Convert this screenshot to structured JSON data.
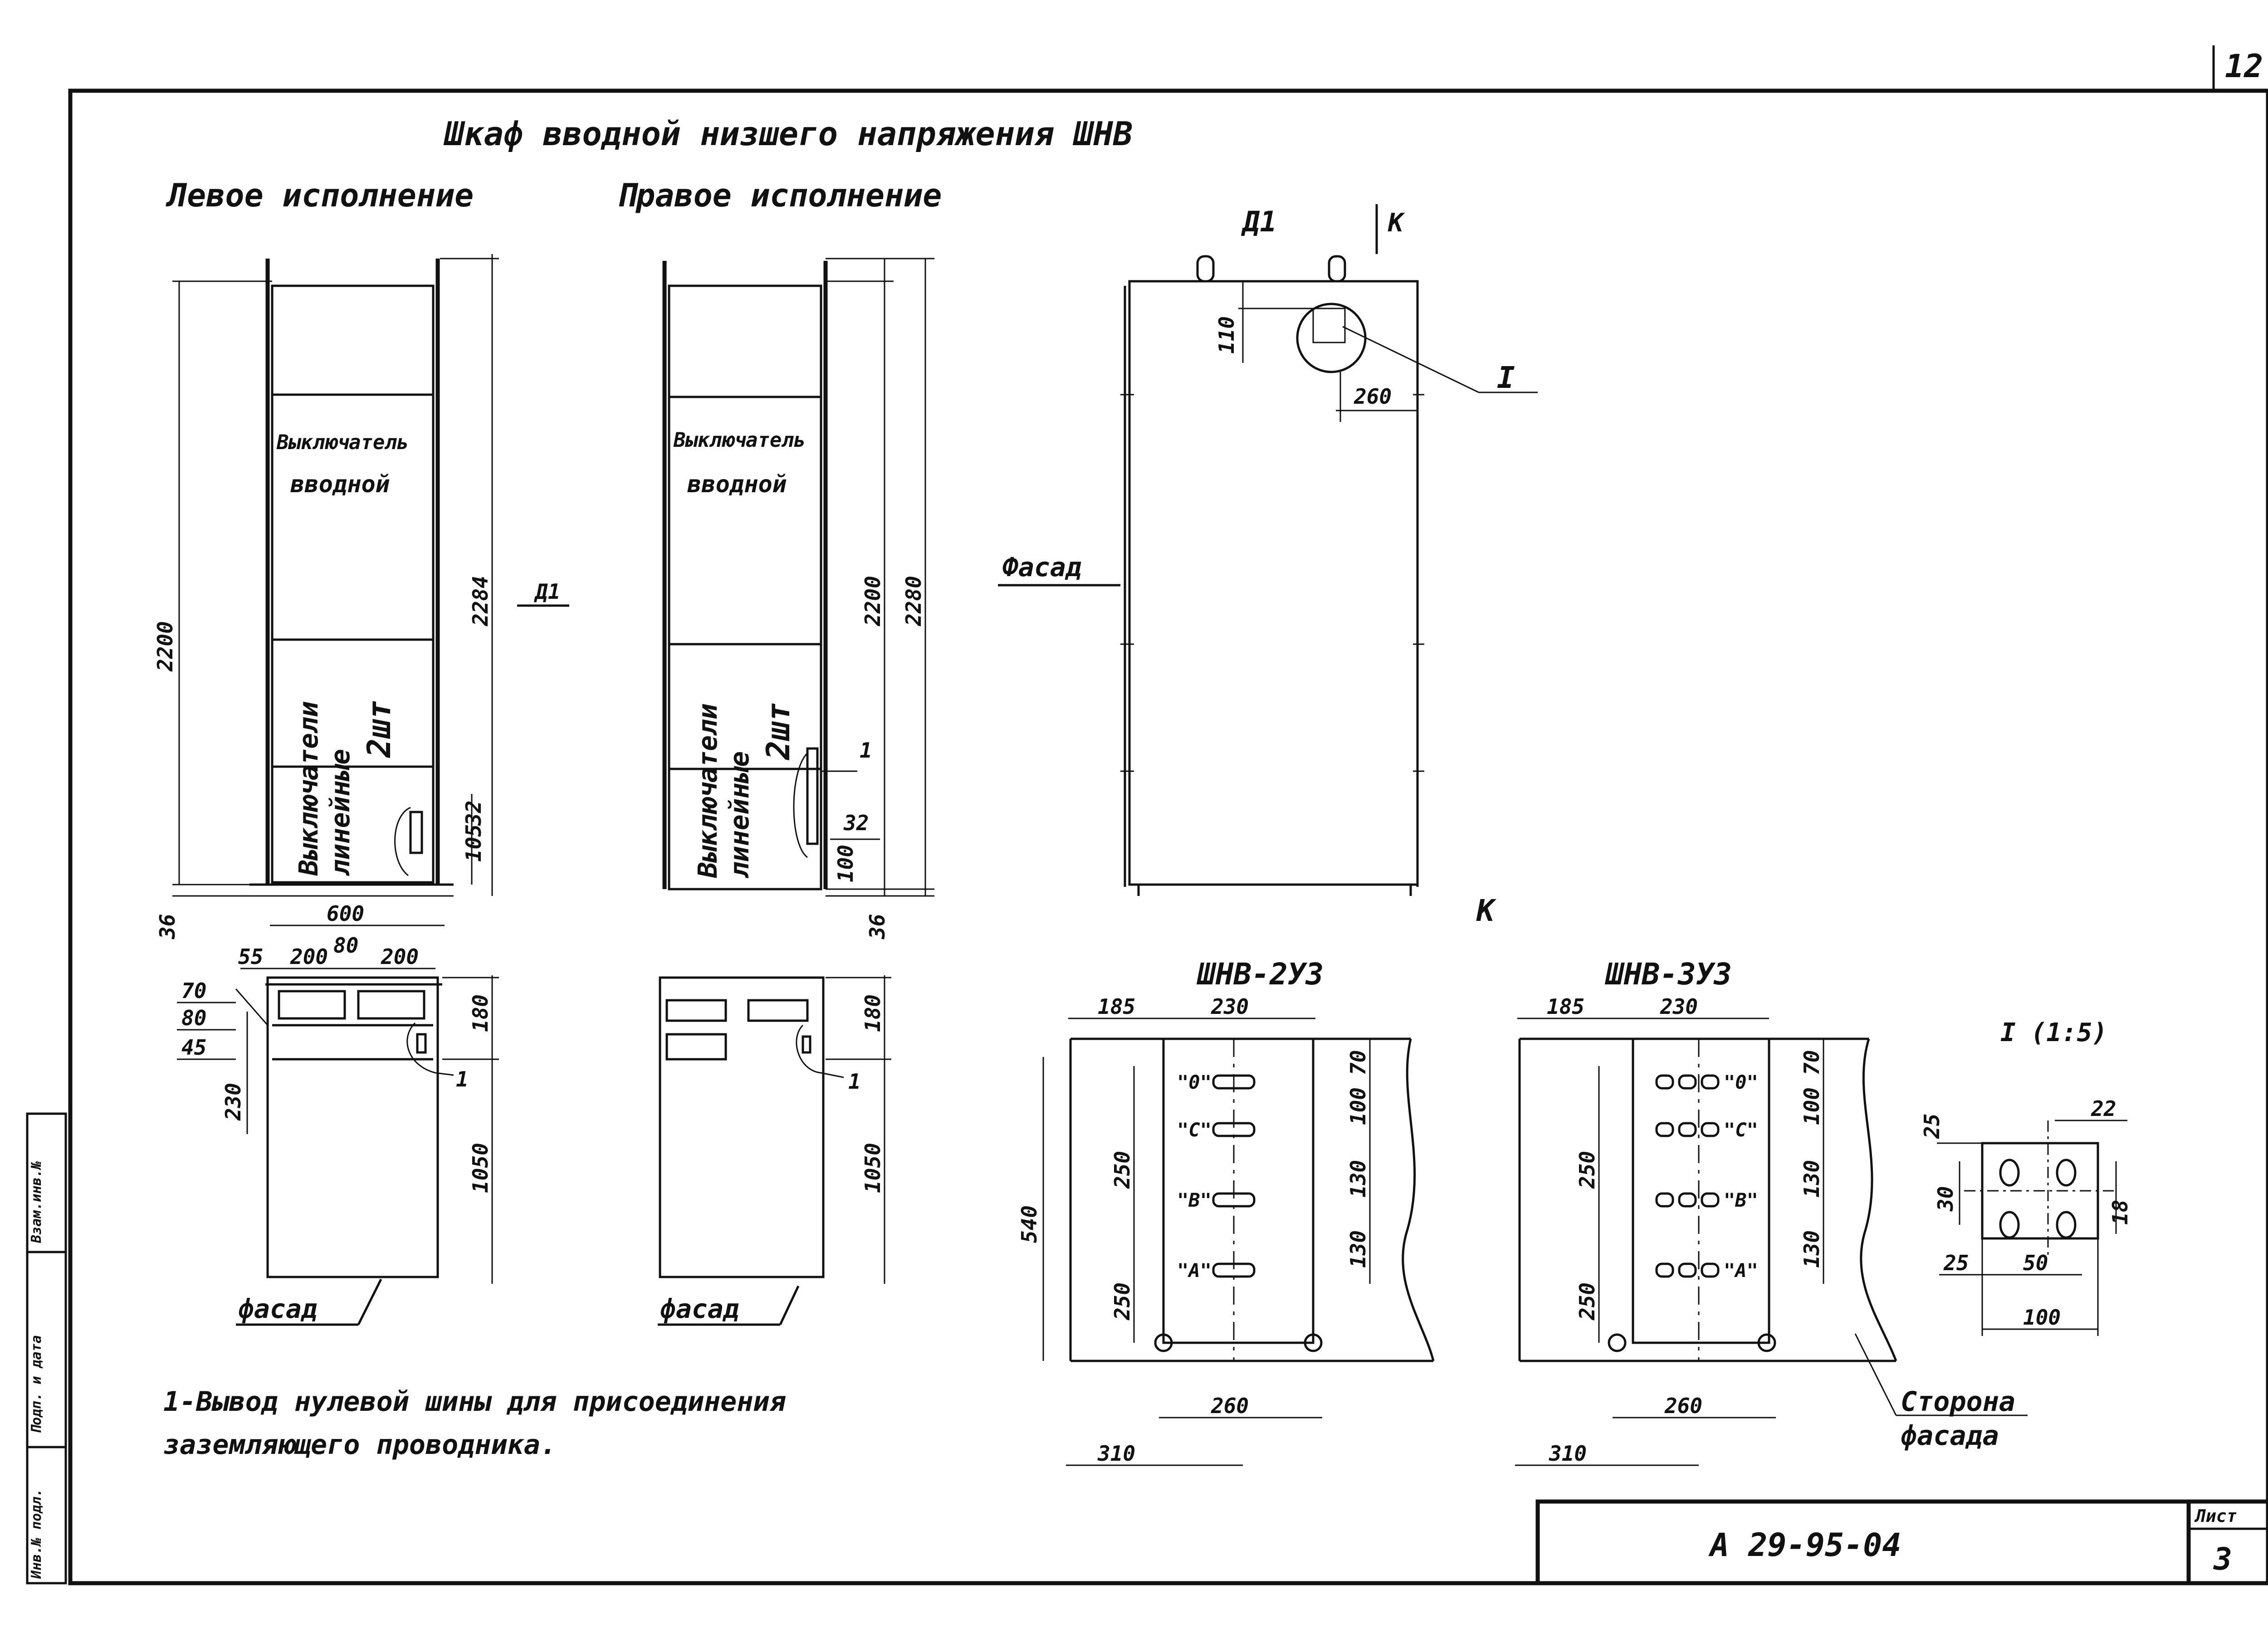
{
  "page_number": "12",
  "title": "Шкаф вводной низшего напряжения ШНВ",
  "left_variant": {
    "heading": "Левое исполнение",
    "switch_main": [
      "Выключатель",
      "вводной"
    ],
    "switch_lines": [
      "Выключатели",
      "линейные",
      "2шт"
    ],
    "dims": {
      "h2200": "2200",
      "h2284": "2284",
      "h36": "36",
      "w600": "600",
      "d32": "32",
      "d105": "105",
      "ref_d1": "Д1"
    }
  },
  "right_variant": {
    "heading": "Правое исполнение",
    "switch_main": [
      "Выключатель",
      "вводной"
    ],
    "switch_lines": [
      "Выключатели",
      "линейные",
      "2шт"
    ],
    "dims": {
      "h2200": "2200",
      "h2280": "2280",
      "h36": "36",
      "d32": "32",
      "d100": "100",
      "mark1": "1"
    }
  },
  "side_view": {
    "label_d1": "Д1",
    "label_k": "К",
    "facade": "Фасад",
    "d110": "110",
    "d260": "260",
    "detail_ref": "I"
  },
  "plan_left": {
    "d55": "55",
    "d200a": "200",
    "d200b": "200",
    "d80top": "80",
    "d70": "70",
    "d80": "80",
    "d45": "45",
    "d230": "230",
    "d180": "180",
    "d1050": "1050",
    "mark1": "1",
    "facade": "фасад"
  },
  "plan_right": {
    "d180": "180",
    "d1050": "1050",
    "mark1": "1",
    "facade": "фасад"
  },
  "view_k": {
    "label": "К"
  },
  "shnv2": {
    "title": "ШНВ-2У3",
    "d185": "185",
    "d230": "230",
    "d540": "540",
    "d250a": "250",
    "d250b": "250",
    "d70": "70",
    "d100": "100",
    "d130a": "130",
    "d130b": "130",
    "d260": "260",
    "d310": "310",
    "bar_labels": [
      "\"0\"",
      "\"С\"",
      "\"В\"",
      "\"А\""
    ]
  },
  "shnv3": {
    "title": "ШНВ-3У3",
    "d185": "185",
    "d230": "230",
    "d250a": "250",
    "d250b": "250",
    "d70": "70",
    "d100": "100",
    "d130a": "130",
    "d130b": "130",
    "d260": "260",
    "d310": "310",
    "bar_labels": [
      "\"0\"",
      "\"С\"",
      "\"В\"",
      "\"А\""
    ],
    "facade_side": [
      "Сторона",
      "фасада"
    ]
  },
  "detail_I": {
    "title": "I (1:5)",
    "d25a": "25",
    "d22": "22",
    "d30": "30",
    "d18": "18",
    "d25b": "25",
    "d50": "50",
    "d100": "100"
  },
  "note": [
    "1-Вывод нулевой шины для присоединения",
    "заземляющего проводника."
  ],
  "stamp": {
    "code": "А 29-95-04",
    "sheet_label": "Лист",
    "sheet_no": "3"
  },
  "side_margin": [
    "Инв.№ подл.",
    "Подп. и дата",
    "Взам.инв.№"
  ]
}
